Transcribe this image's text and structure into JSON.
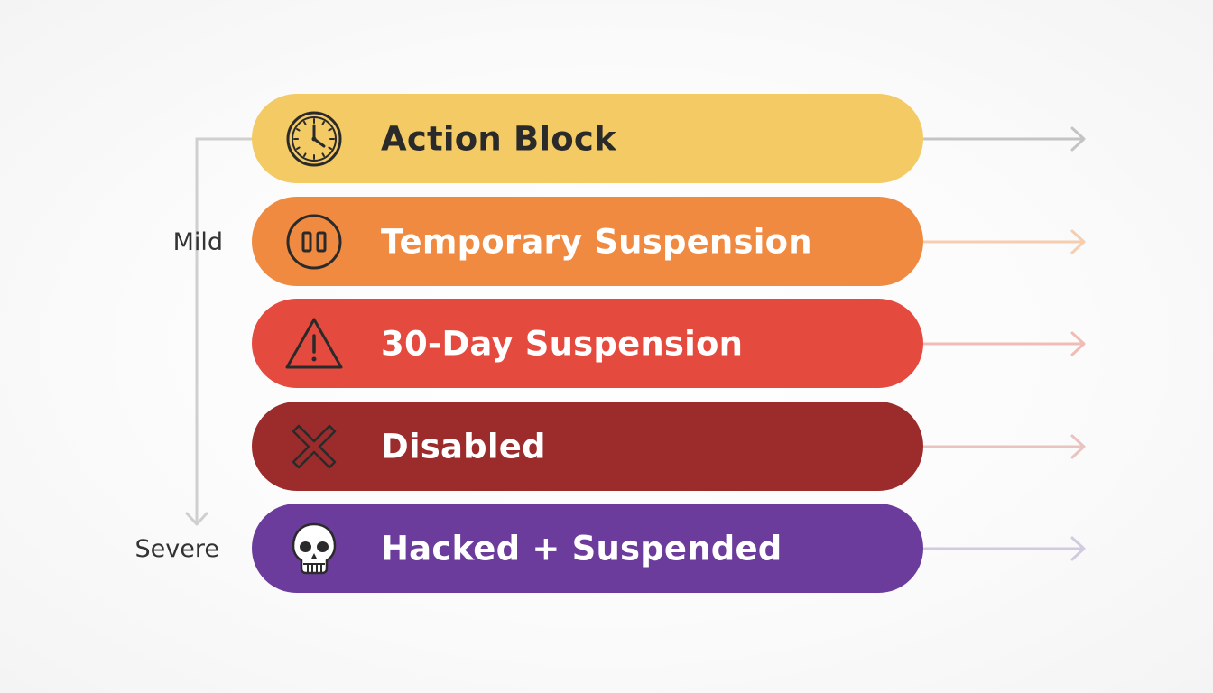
{
  "scale": {
    "mild_label": "Mild",
    "severe_label": "Severe",
    "line_color": "#cfcfcf"
  },
  "levels": [
    {
      "label": "Action Block",
      "icon": "clock-icon",
      "color": "#f3ca63",
      "text_color": "#2a2a2a",
      "arrow_color": "#c4c4c4"
    },
    {
      "label": "Temporary Suspension",
      "icon": "pause-icon",
      "color": "#f08a41",
      "text_color": "#ffffff",
      "arrow_color": "#f6cdae"
    },
    {
      "label": "30-Day Suspension",
      "icon": "warning-icon",
      "color": "#e54a3f",
      "text_color": "#ffffff",
      "arrow_color": "#f2bcb6"
    },
    {
      "label": "Disabled",
      "icon": "x-icon",
      "color": "#9c2c2c",
      "text_color": "#ffffff",
      "arrow_color": "#e8c3c0"
    },
    {
      "label": "Hacked + Suspended",
      "icon": "skull-icon",
      "color": "#6b3c9c",
      "text_color": "#ffffff",
      "arrow_color": "#d2cbe0"
    }
  ]
}
